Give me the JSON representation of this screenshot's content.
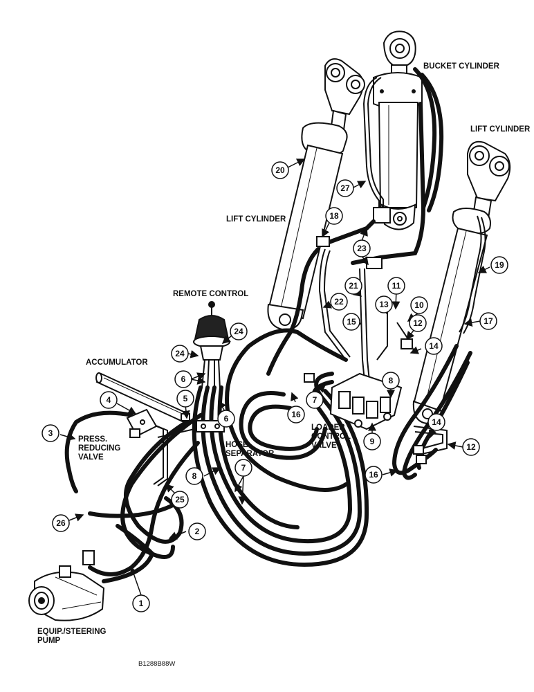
{
  "labels": {
    "bucket_cylinder": "BUCKET CYLINDER",
    "lift_cylinder_right": "LIFT CYLINDER",
    "lift_cylinder_left": "LIFT CYLINDER",
    "remote_control": "REMOTE CONTROL",
    "accumulator": "ACCUMULATOR",
    "press_reducing_valve_line1": "PRESS.",
    "press_reducing_valve_line2": "REDUCING",
    "press_reducing_valve_line3": "VALVE",
    "hose_separator_line1": "HOSE",
    "hose_separator_line2": "SEPARATOR",
    "loader_control_valve_line1": "LOADER",
    "loader_control_valve_line2": "CONTROL",
    "loader_control_valve_line3": "VALVE",
    "pump_line1": "EQUIP./STEERING",
    "pump_line2": "PUMP",
    "figure_code": "B1288B88W"
  },
  "callouts": [
    "1",
    "2",
    "3",
    "4",
    "5",
    "6",
    "7",
    "8",
    "9",
    "10",
    "11",
    "12",
    "13",
    "14",
    "15",
    "16",
    "17",
    "18",
    "19",
    "20",
    "21",
    "22",
    "23",
    "24",
    "25",
    "26",
    "27"
  ]
}
